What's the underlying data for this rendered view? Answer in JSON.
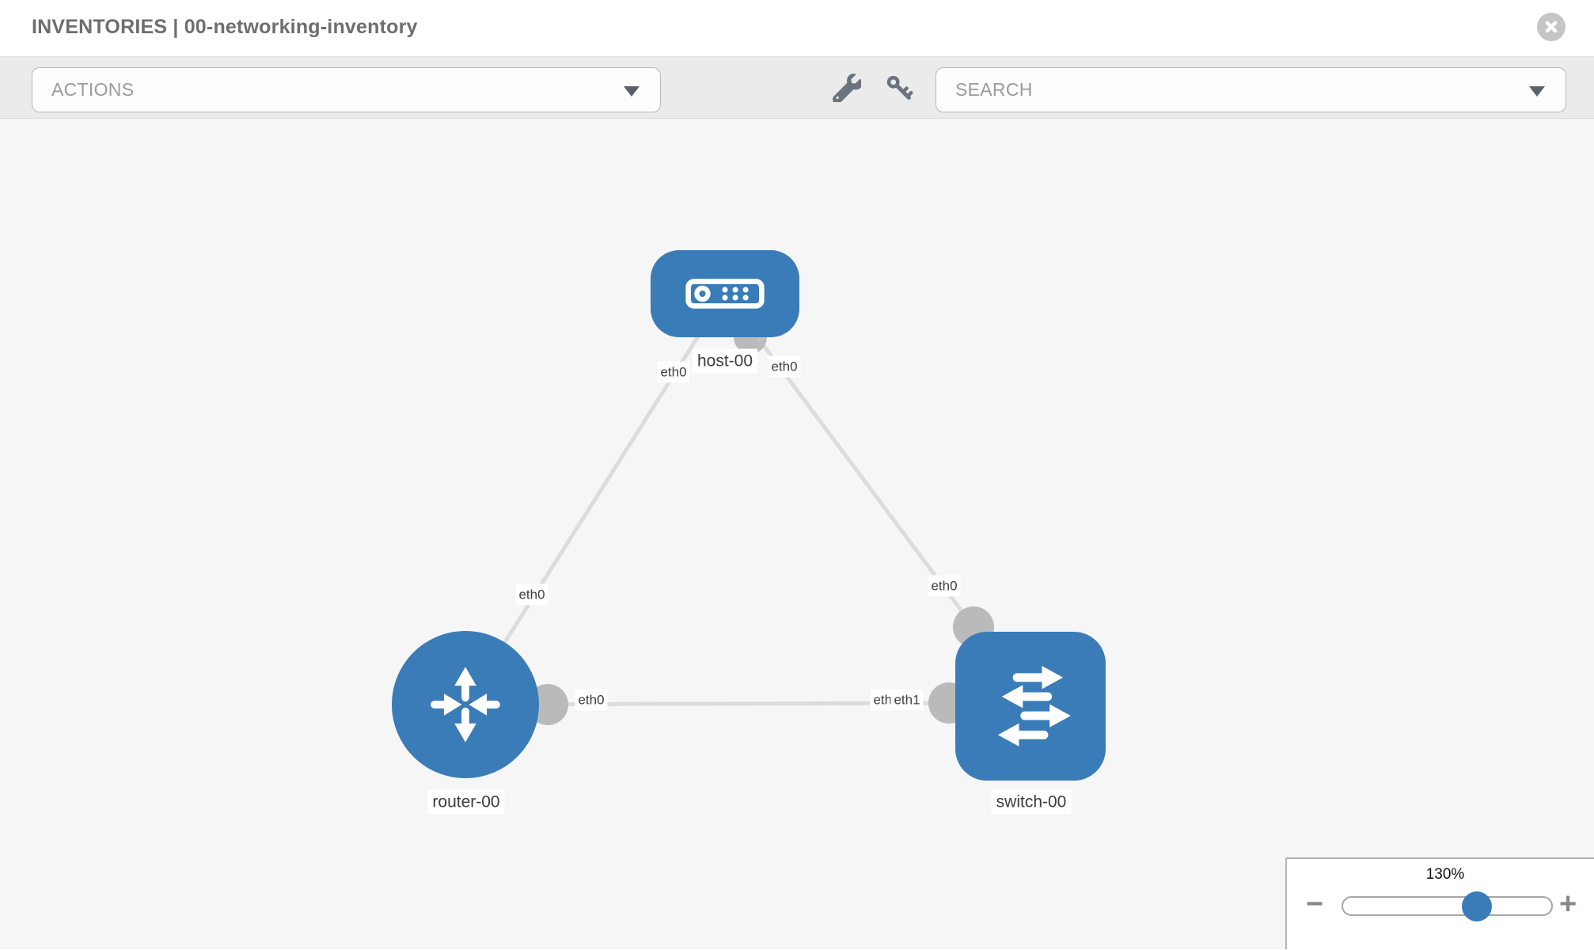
{
  "header": {
    "title": "INVENTORIES | 00-networking-inventory",
    "close_icon": "circle-x-icon"
  },
  "toolbar": {
    "actions_label": "ACTIONS",
    "search_placeholder": "SEARCH",
    "icons": [
      "wrench-icon",
      "key-icon"
    ]
  },
  "canvas": {
    "type": "network-topology",
    "nodes": [
      {
        "id": "host-00",
        "label": "host-00",
        "device_type": "host",
        "shape": "rounded-rect",
        "color": "#3a7cb8"
      },
      {
        "id": "router-00",
        "label": "router-00",
        "device_type": "router",
        "shape": "circle",
        "color": "#3a7cb8"
      },
      {
        "id": "switch-00",
        "label": "switch-00",
        "device_type": "switch",
        "shape": "rounded-square",
        "color": "#3a7cb8"
      }
    ],
    "links": [
      {
        "from": "host-00",
        "to": "router-00",
        "from_interface": "eth0",
        "to_interface": "eth0"
      },
      {
        "from": "host-00",
        "to": "switch-00",
        "from_interface": "eth0",
        "to_interface": "eth0"
      },
      {
        "from": "router-00",
        "to": "switch-00",
        "from_interface": "eth0",
        "to_interface": "eth1"
      }
    ],
    "interface_labels": [
      {
        "text": "eth0"
      },
      {
        "text": "eth0"
      },
      {
        "text": "eth0"
      },
      {
        "text": "eth0"
      },
      {
        "text": "eth0"
      },
      {
        "text": "eth1"
      },
      {
        "text": "eth0"
      }
    ],
    "colors": {
      "node_blue": "#3a7cb8",
      "link_gray": "#dcdcdc",
      "interface_dot_gray": "#bababa",
      "canvas_background": "#f6f6f6"
    }
  },
  "zoom_control": {
    "value": "130%",
    "percent": 130,
    "minus_label": "−",
    "plus_label": "+"
  }
}
